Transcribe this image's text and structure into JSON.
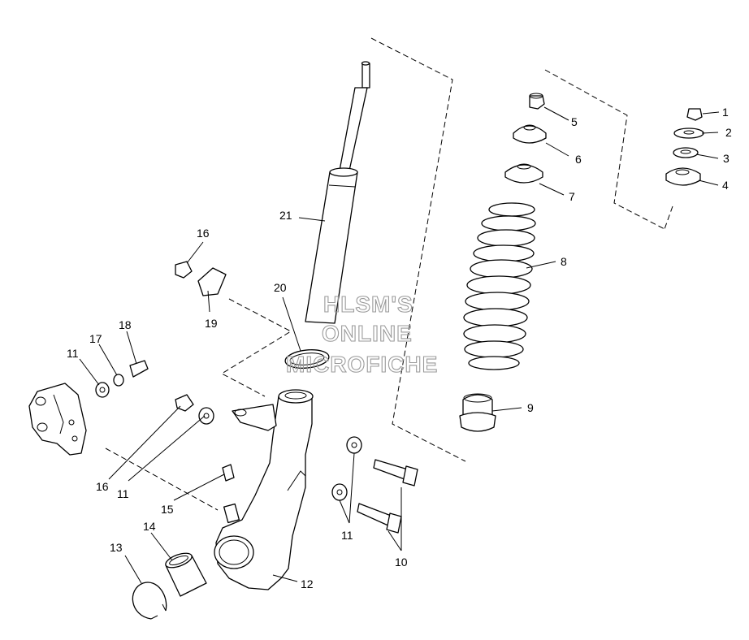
{
  "watermark": {
    "line1": "HLSM'S",
    "line2": "ONLINE",
    "line3": "MICROFICHE"
  },
  "callouts": {
    "c1": "1",
    "c2": "2",
    "c3": "3",
    "c4": "4",
    "c5": "5",
    "c6": "6",
    "c7": "7",
    "c8": "8",
    "c9": "9",
    "c10": "10",
    "c11a": "11",
    "c11b": "11",
    "c11c": "11",
    "c12": "12",
    "c13": "13",
    "c14": "14",
    "c15": "15",
    "c16a": "16",
    "c16b": "16",
    "c17": "17",
    "c18": "18",
    "c19": "19",
    "c20": "20",
    "c21": "21"
  }
}
